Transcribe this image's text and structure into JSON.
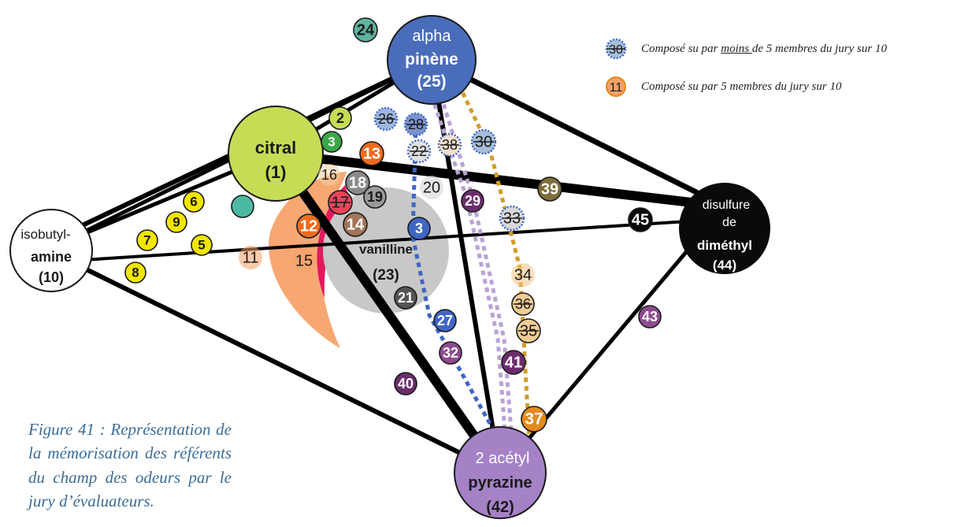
{
  "caption": "Figure 41 : Représentation de la mémorisation des référents du champ des odeurs par le jury d’évaluateurs.",
  "legend": [
    {
      "marker": "30",
      "marker_style": "dotted-blue-strikethrough",
      "text_before": "Composé su par ",
      "text_underlined": "moins ",
      "text_after": "de 5 membres du jury sur 10"
    },
    {
      "marker": "11",
      "marker_style": "orange",
      "text_before": "Composé su par 5 membres du jury sur 10",
      "text_underlined": "",
      "text_after": ""
    }
  ],
  "referents": [
    {
      "id": "alpha-pinene",
      "line1": "alpha",
      "line2": "pinène",
      "line3": "(25)",
      "fill": "#4a6dbb",
      "text_color": "#ffffff"
    },
    {
      "id": "citral",
      "line1": "",
      "line2": "citral",
      "line3": "(1)",
      "fill": "#c7dc55",
      "text_color": "#1a1a1a"
    },
    {
      "id": "isobutylamine",
      "line1": "isobutyl-",
      "line2": "amine",
      "line3": "(10)",
      "fill": "#ffffff",
      "text_color": "#1a1a1a"
    },
    {
      "id": "vanilline",
      "line1": "",
      "line2": "vanilline",
      "line3": "(23)",
      "fill": "#c8c8c8",
      "text_color": "#1a1a1a"
    },
    {
      "id": "disulfure",
      "line1": "disulfure",
      "line2": "de",
      "line3": "diméthyl",
      "line4": "(44)",
      "fill": "#0a0a0a",
      "text_color": "#ffffff"
    },
    {
      "id": "pyrazine",
      "line1": "2 acétyl",
      "line2": "pyrazine",
      "line3": "(42)",
      "fill": "#a582c6",
      "text_color": "#1a1a1a"
    }
  ],
  "compounds": [
    {
      "label": "24",
      "fill": "#5fb3a0",
      "style": "plain"
    },
    {
      "label": "2",
      "fill": "#c7dc55",
      "style": "plain"
    },
    {
      "label": "3",
      "fill": "#3aa847",
      "style": "plain"
    },
    {
      "label": "6",
      "fill": "#f2e600",
      "style": "plain"
    },
    {
      "label": "9",
      "fill": "#f2e600",
      "style": "plain"
    },
    {
      "label": "7",
      "fill": "#f2e600",
      "style": "plain"
    },
    {
      "label": "5",
      "fill": "#f2e600",
      "style": "plain"
    },
    {
      "label": "8",
      "fill": "#f2e600",
      "style": "plain"
    },
    {
      "label": "",
      "fill": "#4cb9a3",
      "style": "plain"
    },
    {
      "label": "11",
      "fill": "#f5a06a",
      "style": "partial"
    },
    {
      "label": "15",
      "fill": "#f5a06a",
      "style": "partial"
    },
    {
      "label": "26",
      "fill": "#9fb7e0",
      "style": "dotted-strike"
    },
    {
      "label": "28",
      "fill": "#7a92cf",
      "style": "dotted-strike"
    },
    {
      "label": "22",
      "fill": "#e0e0e0",
      "style": "dotted-strike"
    },
    {
      "label": "38",
      "fill": "#f0e0cf",
      "style": "dotted-strike"
    },
    {
      "label": "30",
      "fill": "#a7bed8",
      "style": "dotted-strike"
    },
    {
      "label": "13",
      "fill": "#ef6b1e",
      "style": "plain"
    },
    {
      "label": "16",
      "fill": "#f3cfa0",
      "style": "partial"
    },
    {
      "label": "18",
      "fill": "#8a8a8a",
      "style": "plain"
    },
    {
      "label": "19",
      "fill": "#9a9a9a",
      "style": "plain"
    },
    {
      "label": "20",
      "fill": "#d2d2d2",
      "style": "partial"
    },
    {
      "label": "17",
      "fill": "#e8455a",
      "style": "strike"
    },
    {
      "label": "12",
      "fill": "#ef6b1e",
      "style": "plain"
    },
    {
      "label": "14",
      "fill": "#a27559",
      "style": "plain"
    },
    {
      "label": "3",
      "fill": "#3f66c4",
      "style": "plain"
    },
    {
      "label": "29",
      "fill": "#6b2d6b",
      "style": "plain"
    },
    {
      "label": "33",
      "fill": "#d8d8d8",
      "style": "dotted-strike"
    },
    {
      "label": "39",
      "fill": "#7f6d3a",
      "style": "plain"
    },
    {
      "label": "45",
      "fill": "#0a0a0a",
      "style": "plain"
    },
    {
      "label": "34",
      "fill": "#f0c482",
      "style": "partial"
    },
    {
      "label": "36",
      "fill": "#f0cd95",
      "style": "strike"
    },
    {
      "label": "35",
      "fill": "#f0cd95",
      "style": "strike"
    },
    {
      "label": "21",
      "fill": "#555555",
      "style": "plain"
    },
    {
      "label": "27",
      "fill": "#3f66c4",
      "style": "plain"
    },
    {
      "label": "32",
      "fill": "#8e4a8e",
      "style": "plain"
    },
    {
      "label": "41",
      "fill": "#6b2d6b",
      "style": "plain"
    },
    {
      "label": "40",
      "fill": "#6b2d6b",
      "style": "plain"
    },
    {
      "label": "37",
      "fill": "#e28a1e",
      "style": "plain"
    },
    {
      "label": "43",
      "fill": "#8e4a8e",
      "style": "plain"
    }
  ],
  "colors": {
    "link": "#000000",
    "dotted_blue": "#3f66c4",
    "dotted_lavender": "#b9a3d6",
    "dotted_gold": "#d39b2a",
    "caption": "#3a6d97",
    "orange_fan": "#f7a772",
    "magenta_fan": "#e4185f",
    "grey_fan": "#c8c8c8"
  }
}
